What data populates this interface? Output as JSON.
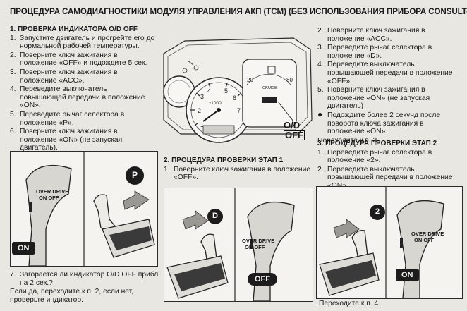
{
  "title": "ПРОЦЕДУРА САМОДИАГНОСТИКИ МОДУЛЯ УПРАВЛЕНИЯ АКП (TCM) (БЕЗ ИСПОЛЬЗОВАНИЯ ПРИБОРА CONSULT-II)",
  "section1": {
    "heading": "1.   ПРОВЕРКА ИНДИКАТОРА O/D OFF",
    "items": [
      {
        "n": "1.",
        "text": "Запустите двигатель и прогрейте его до нормальной рабочей температуры."
      },
      {
        "n": "2.",
        "text": "Поверните ключ зажигания в положение «OFF» и подождите 5 сек."
      },
      {
        "n": "3.",
        "text": "Поверните ключ зажигания в положение «ACC»."
      },
      {
        "n": "4.",
        "text": "Переведите выключатель повышающей передачи в положение «ON»."
      },
      {
        "n": "5.",
        "text": "Переведите рычаг селектора в положение «P»."
      },
      {
        "n": "6.",
        "text": "Поверните ключ зажигания в положение «ON» (не запуская двигатель)."
      }
    ],
    "item7": {
      "n": "7.",
      "text": "Загорается ли индикатор O/D OFF прибл. на 2 сек.?"
    },
    "note": "Если да, переходите к п. 2, если нет, проверьте индикатор."
  },
  "section2": {
    "heading": "2.   ПРОЦЕДУРА ПРОВЕРКИ ЭТАП 1",
    "items": [
      {
        "n": "1.",
        "text": "Поверните ключ зажигания в положение «OFF»."
      }
    ]
  },
  "section2cont": {
    "items": [
      {
        "n": "2.",
        "text": "Поверните ключ зажигания в положение «ACC»."
      },
      {
        "n": "3.",
        "text": "Переведите рычаг селектора в положение «D»."
      },
      {
        "n": "4.",
        "text": "Переведите выключатель повышающей передачи в положение «OFF»."
      },
      {
        "n": "5.",
        "text": "Поверните ключ зажигания в положение «ON» (не запуская двигатель)"
      },
      {
        "n": "●",
        "text": "Подождите более 2 секунд после поворота ключа зажигания в положение «ON»."
      }
    ],
    "next": "Переходите к п. 3."
  },
  "section3": {
    "heading": "3.   ПРОЦЕДУРА ПРОВЕРКИ ЭТАП 2",
    "items": [
      {
        "n": "1.",
        "text": "Переведите рычаг селектора в положение «2»."
      },
      {
        "n": "2.",
        "text": "Переведите выключатель повышающей передачи в положение «ON»."
      }
    ],
    "next": "Переходите к п. 4."
  },
  "figures": {
    "cluster": {
      "odoff_line1": "O/D",
      "odoff_line2": "OFF",
      "cruise": "CRUISE",
      "x1000": "x1000"
    },
    "fig1": {
      "switch_label": "OVER DRIVE",
      "switch_state": "ON  OFF",
      "badge": "ON",
      "gear": "P"
    },
    "fig2": {
      "switch_label": "OVER DRIVE",
      "switch_state": "ON  OFF",
      "badge": "OFF",
      "gear": "D"
    },
    "fig3": {
      "switch_label": "OVER DRIVE",
      "switch_state": "ON  OFF",
      "badge": "ON",
      "gear": "2"
    }
  },
  "colors": {
    "ink": "#1c1c1c",
    "paper": "#e9e7e1"
  }
}
